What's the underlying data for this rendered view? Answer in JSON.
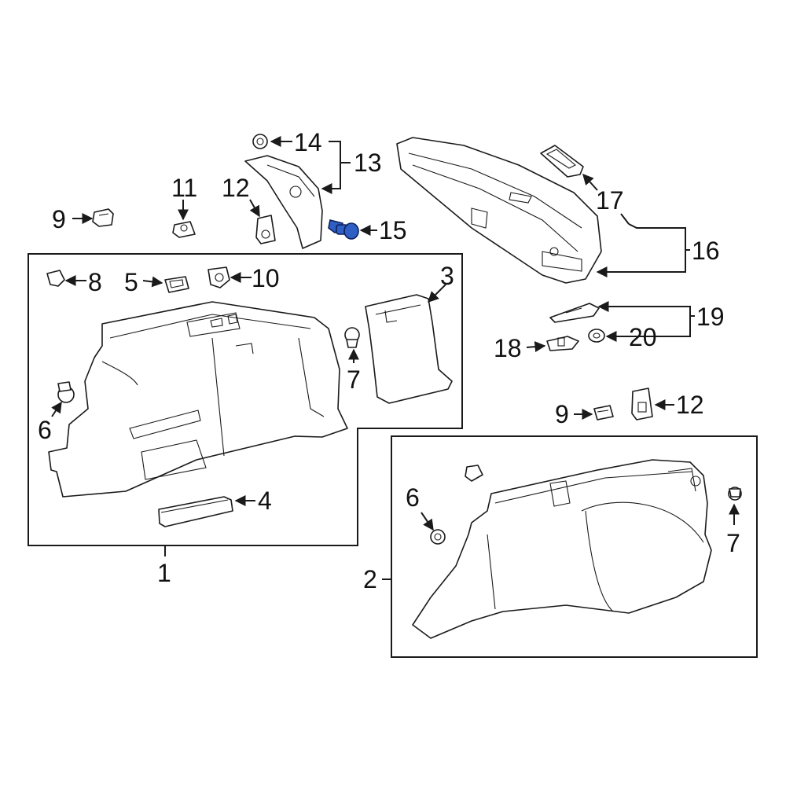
{
  "diagram": {
    "highlight_color": "#2f5fc4",
    "line_color": "#1a1a1a",
    "highlighted_part": "15",
    "callouts": {
      "c1": "1",
      "c2": "2",
      "c3": "3",
      "c4": "4",
      "c5": "5",
      "c6a": "6",
      "c6b": "6",
      "c7a": "7",
      "c7b": "7",
      "c8": "8",
      "c9a": "9",
      "c9b": "9",
      "c10": "10",
      "c11": "11",
      "c12a": "12",
      "c12b": "12",
      "c13": "13",
      "c14": "14",
      "c15": "15",
      "c16": "16",
      "c17": "17",
      "c18": "18",
      "c19": "19",
      "c20": "20"
    }
  }
}
